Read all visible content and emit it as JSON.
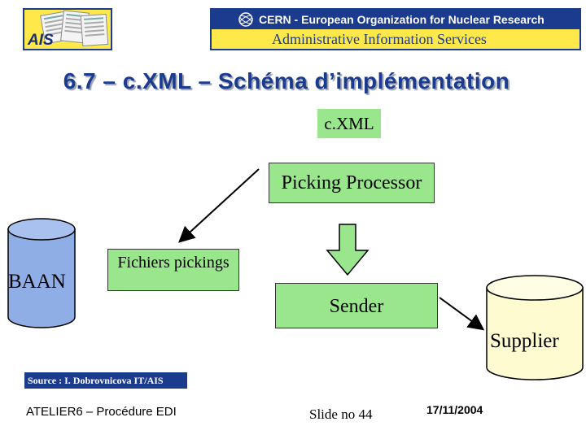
{
  "header": {
    "logo_text": "AIS",
    "banner_line1": "CERN - European Organization for Nuclear Research",
    "banner_line2": "Administrative Information Services"
  },
  "slide": {
    "title": "6.7 – c.XML – Schéma d’implémentation"
  },
  "diagram": {
    "cxml": "c.XML",
    "picking_processor": "Picking Processor",
    "baan": "BAAN",
    "fichiers_pickings": "Fichiers pickings",
    "sender": "Sender",
    "supplier": "Supplier"
  },
  "source_note": "Source : I. Dobrovnicova IT/AIS",
  "footer": {
    "left": "ATELIER6 – Procédure EDI",
    "center": "Slide no 44",
    "right": "17/11/2004"
  },
  "colors": {
    "navy": "#1b3b8f",
    "yellow": "#ffe84a",
    "green": "#99e68c",
    "baan_blue": "#8faee6",
    "supplier_cream": "#fffbd0"
  }
}
